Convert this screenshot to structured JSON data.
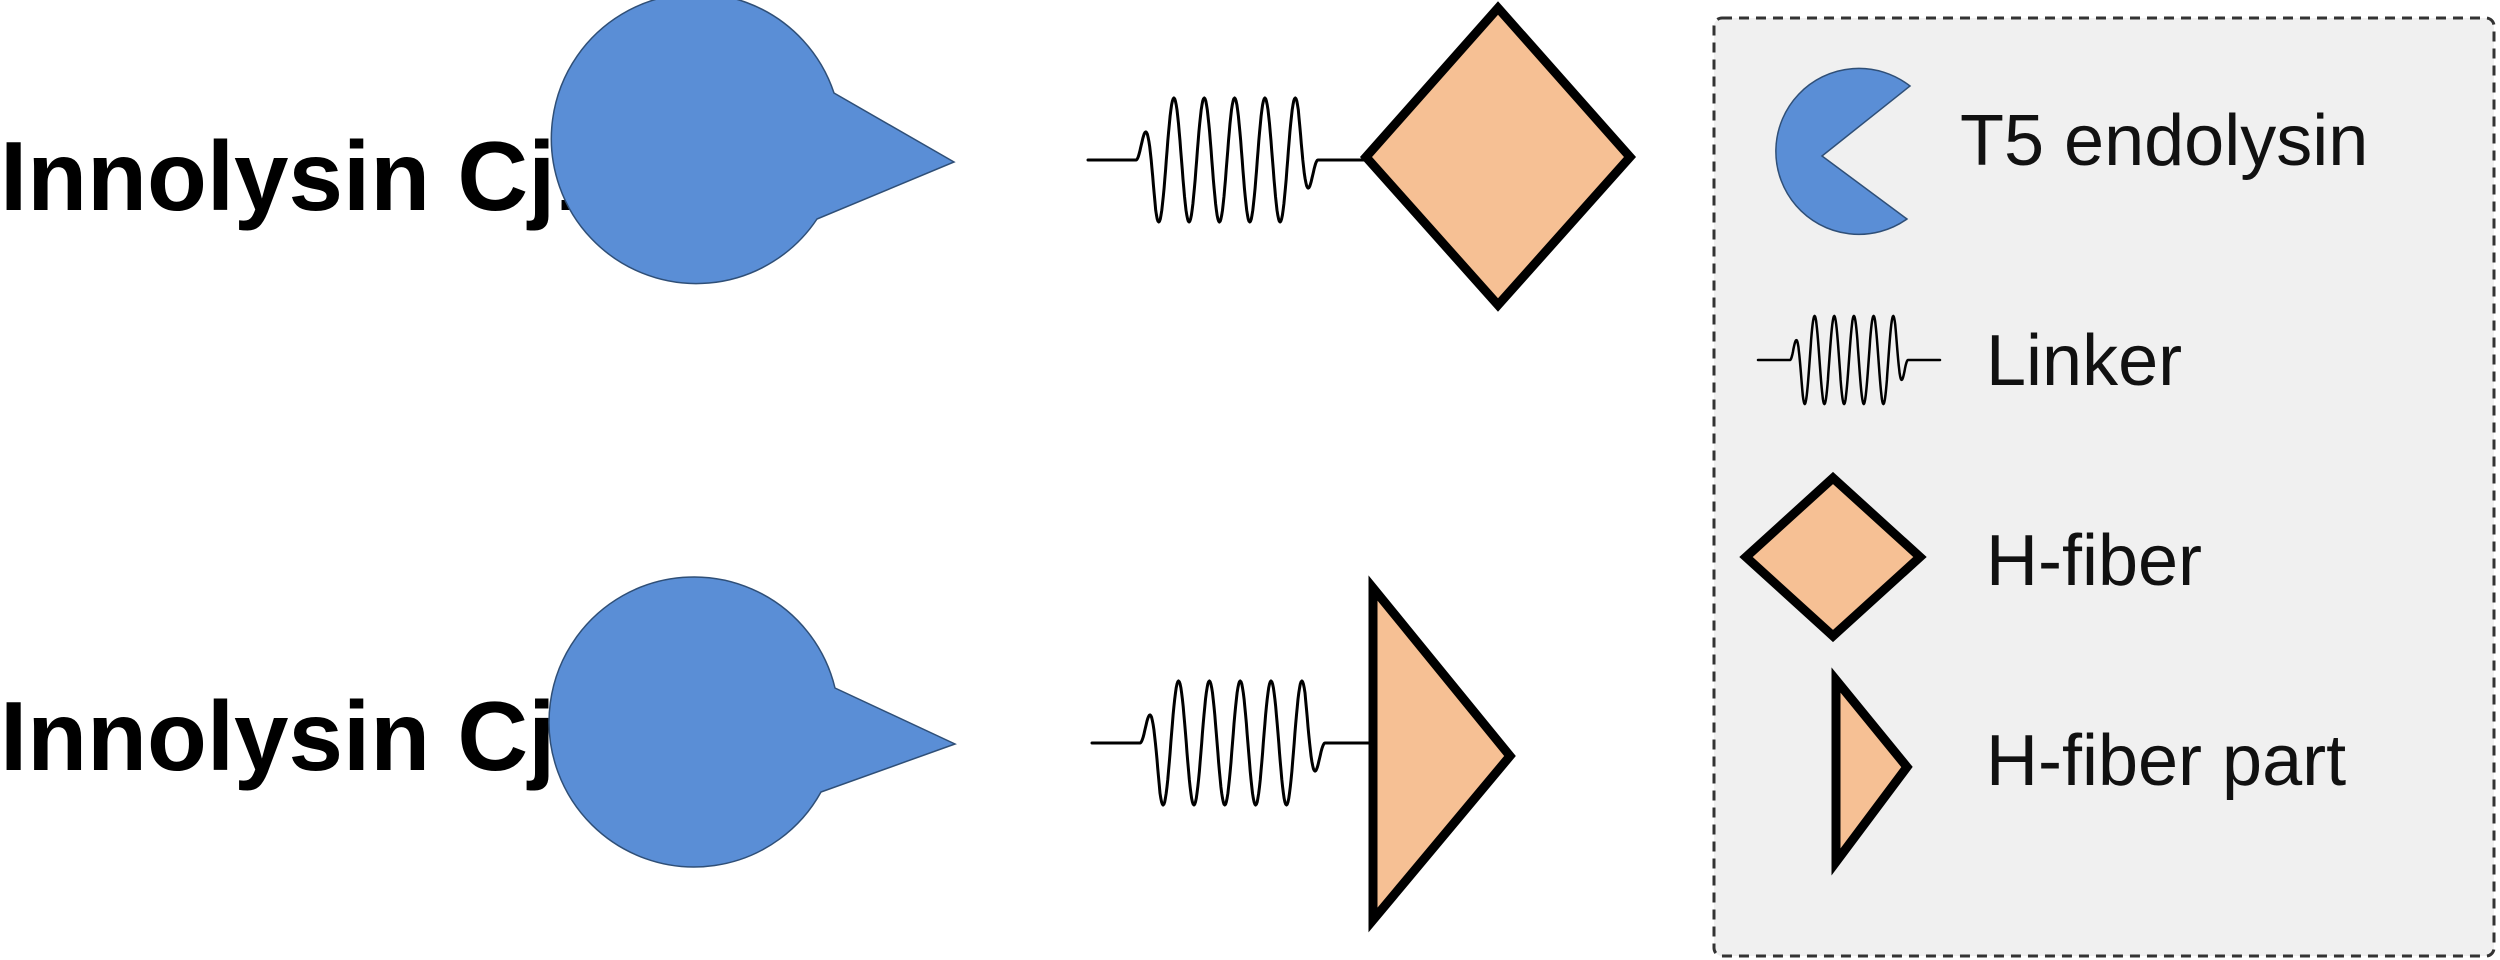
{
  "constructs": [
    {
      "label": "Innolysin Cj1:"
    },
    {
      "label": "Innolysin Cj2:"
    }
  ],
  "legend": {
    "items": [
      {
        "icon": "endolysin-pacman-icon",
        "label": "T5 endolysin"
      },
      {
        "icon": "linker-spring-icon",
        "label": "Linker"
      },
      {
        "icon": "h-fiber-diamond-icon",
        "label": "H-fiber"
      },
      {
        "icon": "h-fiber-part-triangle-icon",
        "label": "H-fiber part"
      }
    ]
  },
  "colors": {
    "endolysin": "#5a8ed6",
    "fiber": "#f6c094",
    "legend_background": "#f0f0f0",
    "legend_border": "#333333"
  }
}
